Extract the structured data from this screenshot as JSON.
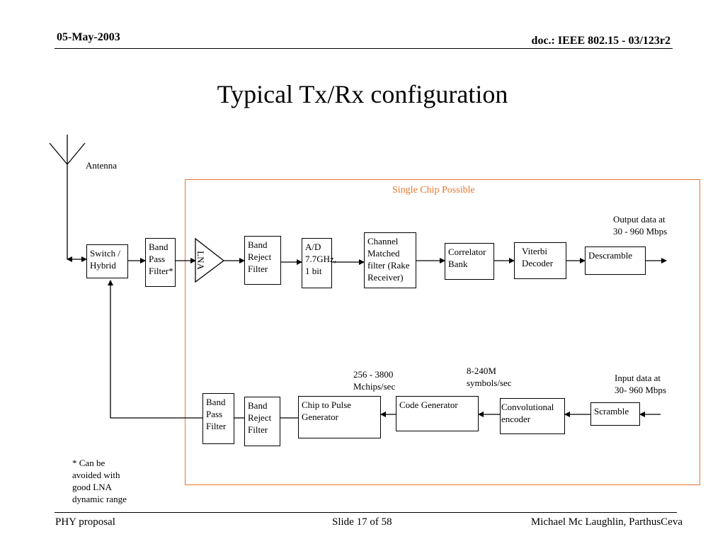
{
  "header": {
    "date": "05-May-2003",
    "doc": "doc.: IEEE 802.15 -  03/123r2"
  },
  "title": "Typical Tx/Rx configuration",
  "antenna_label": "Antenna",
  "chip_region_label": "Single Chip Possible",
  "rx_chain": {
    "switch": [
      "Switch /",
      "Hybrid"
    ],
    "bpf": [
      "Band",
      "Pass",
      "Filter*"
    ],
    "lna": "LNA",
    "brf": [
      "Band",
      "Reject",
      "Filter"
    ],
    "adc": [
      "A/D",
      "7.7GHz,",
      "1 bit"
    ],
    "matched_filter": [
      "Channel",
      "Matched",
      "filter (Rake",
      "Receiver)"
    ],
    "correlator": [
      "Correlator",
      "Bank"
    ],
    "viterbi": [
      "Viterbi",
      "Decoder"
    ],
    "descramble": "Descramble",
    "output_note": [
      "Output data at",
      "30 - 960 Mbps"
    ]
  },
  "tx_chain": {
    "bpf": [
      "Band",
      "Pass",
      "Filter"
    ],
    "brf": [
      "Band",
      "Reject",
      "Filter"
    ],
    "pulse_gen": [
      "Chip to Pulse",
      "Generator"
    ],
    "code_gen": "Code Generator",
    "conv_enc": [
      "Convolutional",
      "encoder"
    ],
    "scramble": "Scramble",
    "chip_rate_note": [
      "256 - 3800",
      "Mchips/sec"
    ],
    "symbol_rate_note": [
      "8-240M",
      "symbols/sec"
    ],
    "input_note": [
      "Input data at",
      "30- 960 Mbps"
    ]
  },
  "footnote": [
    "* Can be",
    "avoided with",
    "good LNA",
    "dynamic range"
  ],
  "footer": {
    "left": "PHY proposal",
    "center": "Slide 17 of 58",
    "right": "Michael Mc Laughlin, ParthusCeva"
  },
  "colors": {
    "chip_region": "#e8752b"
  }
}
